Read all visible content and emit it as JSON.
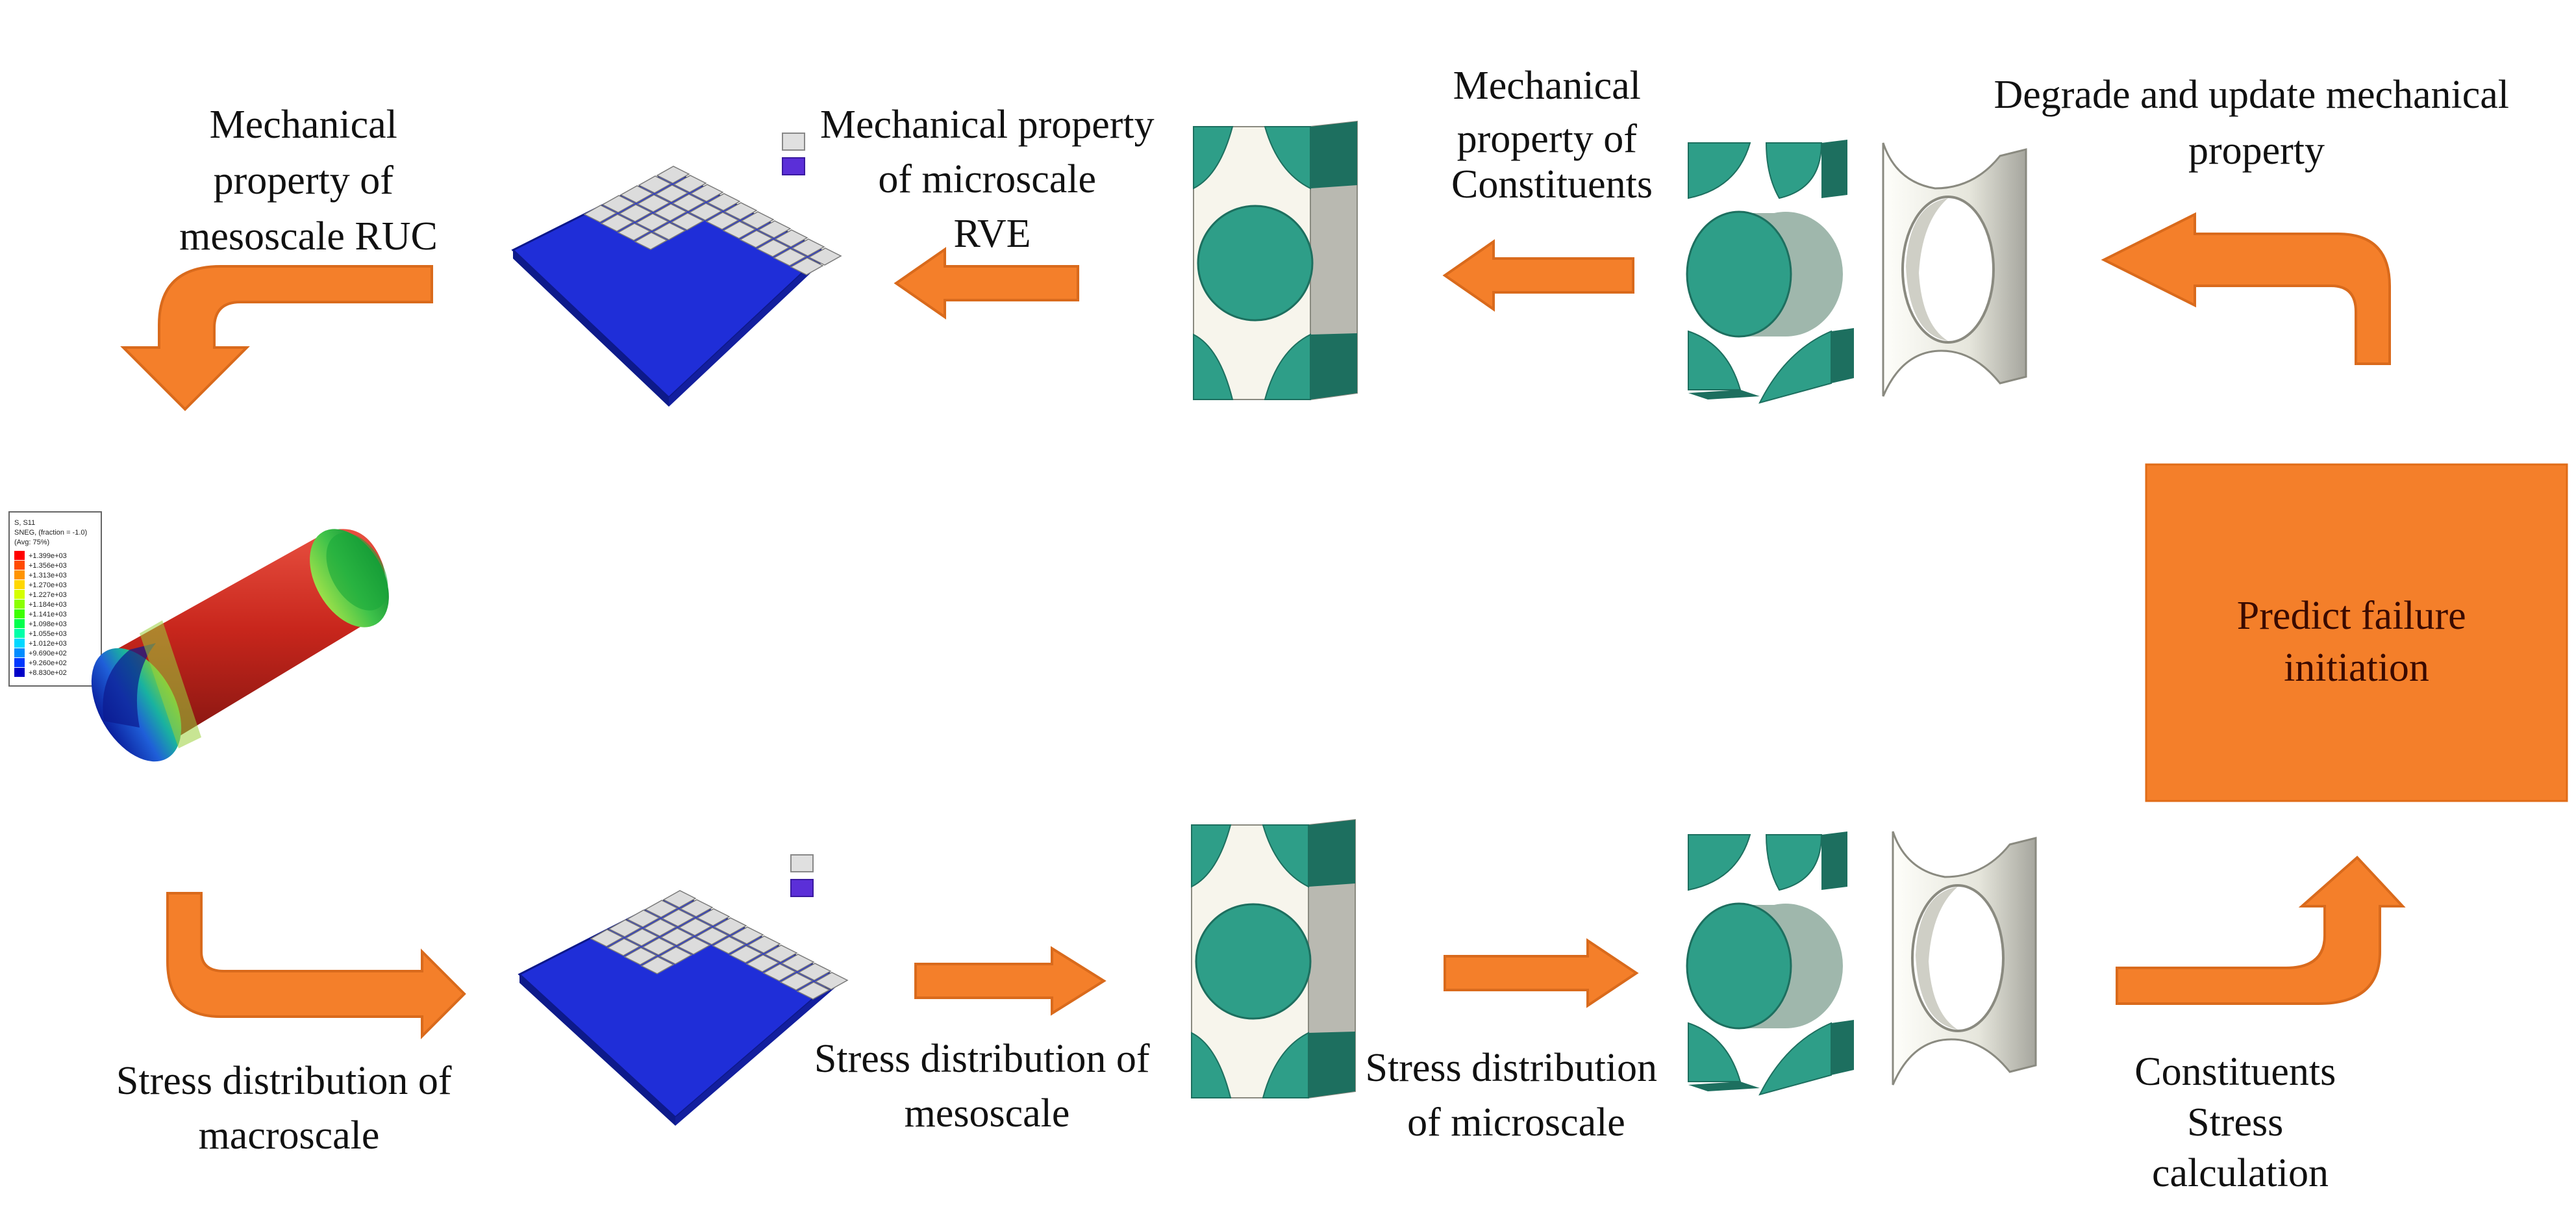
{
  "labels": {
    "meso_ruc_1": "Mechanical",
    "meso_ruc_2": "property of",
    "meso_ruc_3": "mesoscale RUC",
    "micro_rve_1": "Mechanical property",
    "micro_rve_2": "of microscale",
    "micro_rve_3": "RVE",
    "constituents_1": "Mechanical",
    "constituents_2": "property of",
    "constituents_3": "Constituents",
    "degrade_1": "Degrade and update mechanical",
    "degrade_2": "property",
    "predict_1": "Predict failure",
    "predict_2": "initiation",
    "stress_macro_1": "Stress distribution of",
    "stress_macro_2": "macroscale",
    "stress_meso_1": "Stress distribution of",
    "stress_meso_2": "mesoscale",
    "stress_micro_1": "Stress distribution",
    "stress_micro_2": "of microscale",
    "calc_1": "Constituents",
    "calc_2": "Stress",
    "calc_3": "calculation"
  },
  "legend": {
    "title_1": "S, S11",
    "title_2": "SNEG, (fraction = -1.0)",
    "title_3": "(Avg: 75%)",
    "values": [
      "+1.399e+03",
      "+1.356e+03",
      "+1.313e+03",
      "+1.270e+03",
      "+1.227e+03",
      "+1.184e+03",
      "+1.141e+03",
      "+1.098e+03",
      "+1.055e+03",
      "+1.012e+03",
      "+9.690e+02",
      "+9.260e+02",
      "+8.830e+02"
    ]
  },
  "colors": {
    "arrow": "#f47f2a",
    "arrow_stroke": "#d96a1c",
    "predict_box": "#f47f2a",
    "fiber": "#2e9e88",
    "fiber_dark": "#1d6f5f",
    "matrix": "#f7f5ec",
    "matrix_shade": "#b9b9b1",
    "plate_blue": "#1f2ed8",
    "cell_white": "#dcdcdc",
    "vessel_red": "#c8261c"
  }
}
